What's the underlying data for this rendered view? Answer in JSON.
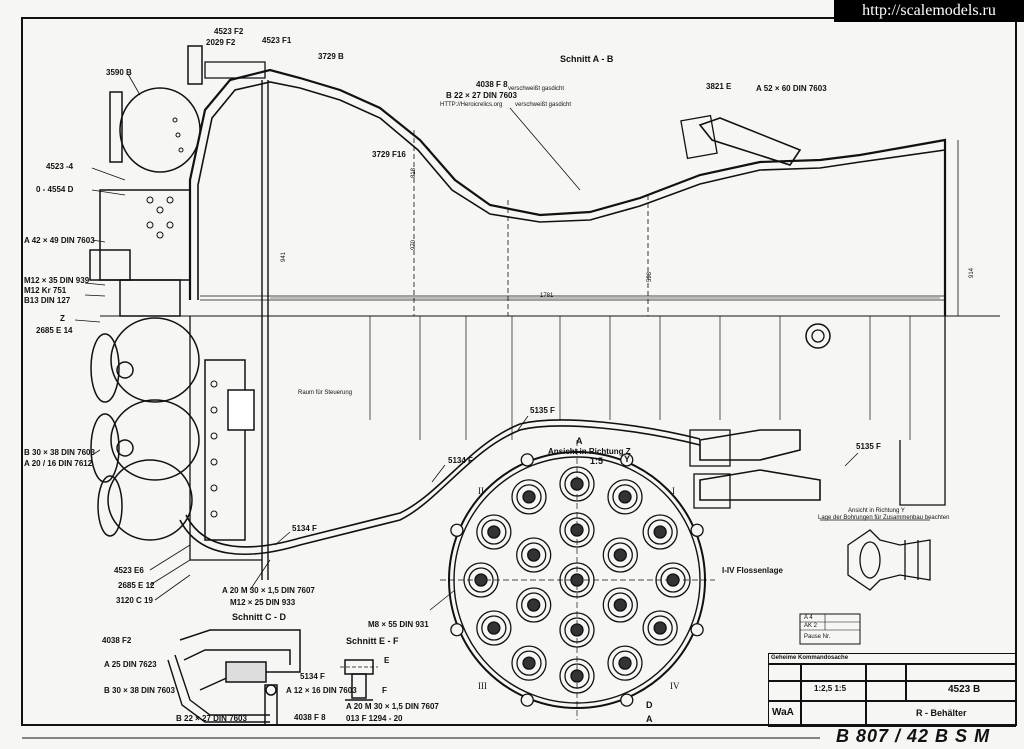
{
  "watermark": "http://scalemodels.ru",
  "section_titles": {
    "ab": "Schnitt A - B",
    "cd": "Schnitt C - D",
    "ef": "Schnitt E - F",
    "view_z": "Ansicht in Richtung Z",
    "view_y": "Ansicht in Richtung Y",
    "view_y_note": "Lage der Bohrungen für Zusammenbau beachten",
    "scale_view": "1:5",
    "fin_positions": "I-IV Flossenlage",
    "space_note": "Raum für Steuerung",
    "welded1": "verschweißt gasdicht",
    "welded2": "verschweißt gasdicht",
    "url_note": "HTTP://Heroicrelics.org"
  },
  "labels": {
    "l4523F2": "4523 F2",
    "l2029F2": "2029 F2",
    "l4523F1": "4523 F1",
    "l3729B": "3729 B",
    "l3590B": "3590 B",
    "l4038F8": "4038 F 8",
    "lB22": "B 22 × 27 DIN 7603",
    "l3729F16": "3729 F16",
    "l3821E": "3821 E",
    "lA52": "A 52 × 60 DIN 7603",
    "l4523_4": "4523 -4",
    "l0_4554D": "0 - 4554 D",
    "lA42": "A 42 × 49 DIN 7603",
    "lM12_35": "M12 × 35 DIN 939",
    "lM12_Kr": "M12    Kr  751",
    "lB13": "B13   DIN 127",
    "lZ": "Z",
    "l2685E14": "2685 E 14",
    "l5135F_a": "5135 F",
    "l5135F_b": "5135 F",
    "l5134F_a": "5134 F",
    "l5134F_b": "5134 F",
    "lB30": "B 30 × 38 DIN 7603",
    "lA20_16": "A 20 / 16 DIN 7612",
    "l4523E6": "4523 E6",
    "l2685E12": "2685 E 12",
    "l3120C19": "3120 C 19",
    "lA20M30": "A 20 M 30 × 1,5 DIN 7607",
    "lM12_25": "M12 × 25 DIN 933",
    "lM8_55": "M8 × 55 DIN 931",
    "l4038F2": "4038 F2",
    "lA25": "A 25 DIN 7623",
    "lB30b": "B 30 × 38 DIN 7603",
    "l5134F_c": "5134 F",
    "lA12": "A 12 × 16 DIN 7603",
    "lB22b": "B 22 × 27 DIN 7603",
    "l4038F8b": "4038 F 8",
    "lA20M30b": "A 20 M 30 × 1,5 DIN 7607",
    "l013F": "013 F 1294 - 20",
    "lF": "F",
    "lE": "E",
    "lA_top": "A",
    "lA_bot": "A",
    "lD": "D",
    "lY": "Y",
    "dim1781": "1781",
    "dim970": "970",
    "dim818": "818",
    "dim598": "598",
    "dim941": "941",
    "dim914": "914"
  },
  "roman": [
    "I",
    "II",
    "III",
    "IV"
  ],
  "title_block": {
    "header": "Geheime Kommandosache",
    "scale": "1:2,5   1:5",
    "part_no": "4523 B",
    "name": "R - Behälter",
    "office": "WaA",
    "small_a4": "A 4",
    "small_ak": "AK 2",
    "pause": "Pause Nr."
  },
  "drawing_number": "B 807 / 42 B S M"
}
